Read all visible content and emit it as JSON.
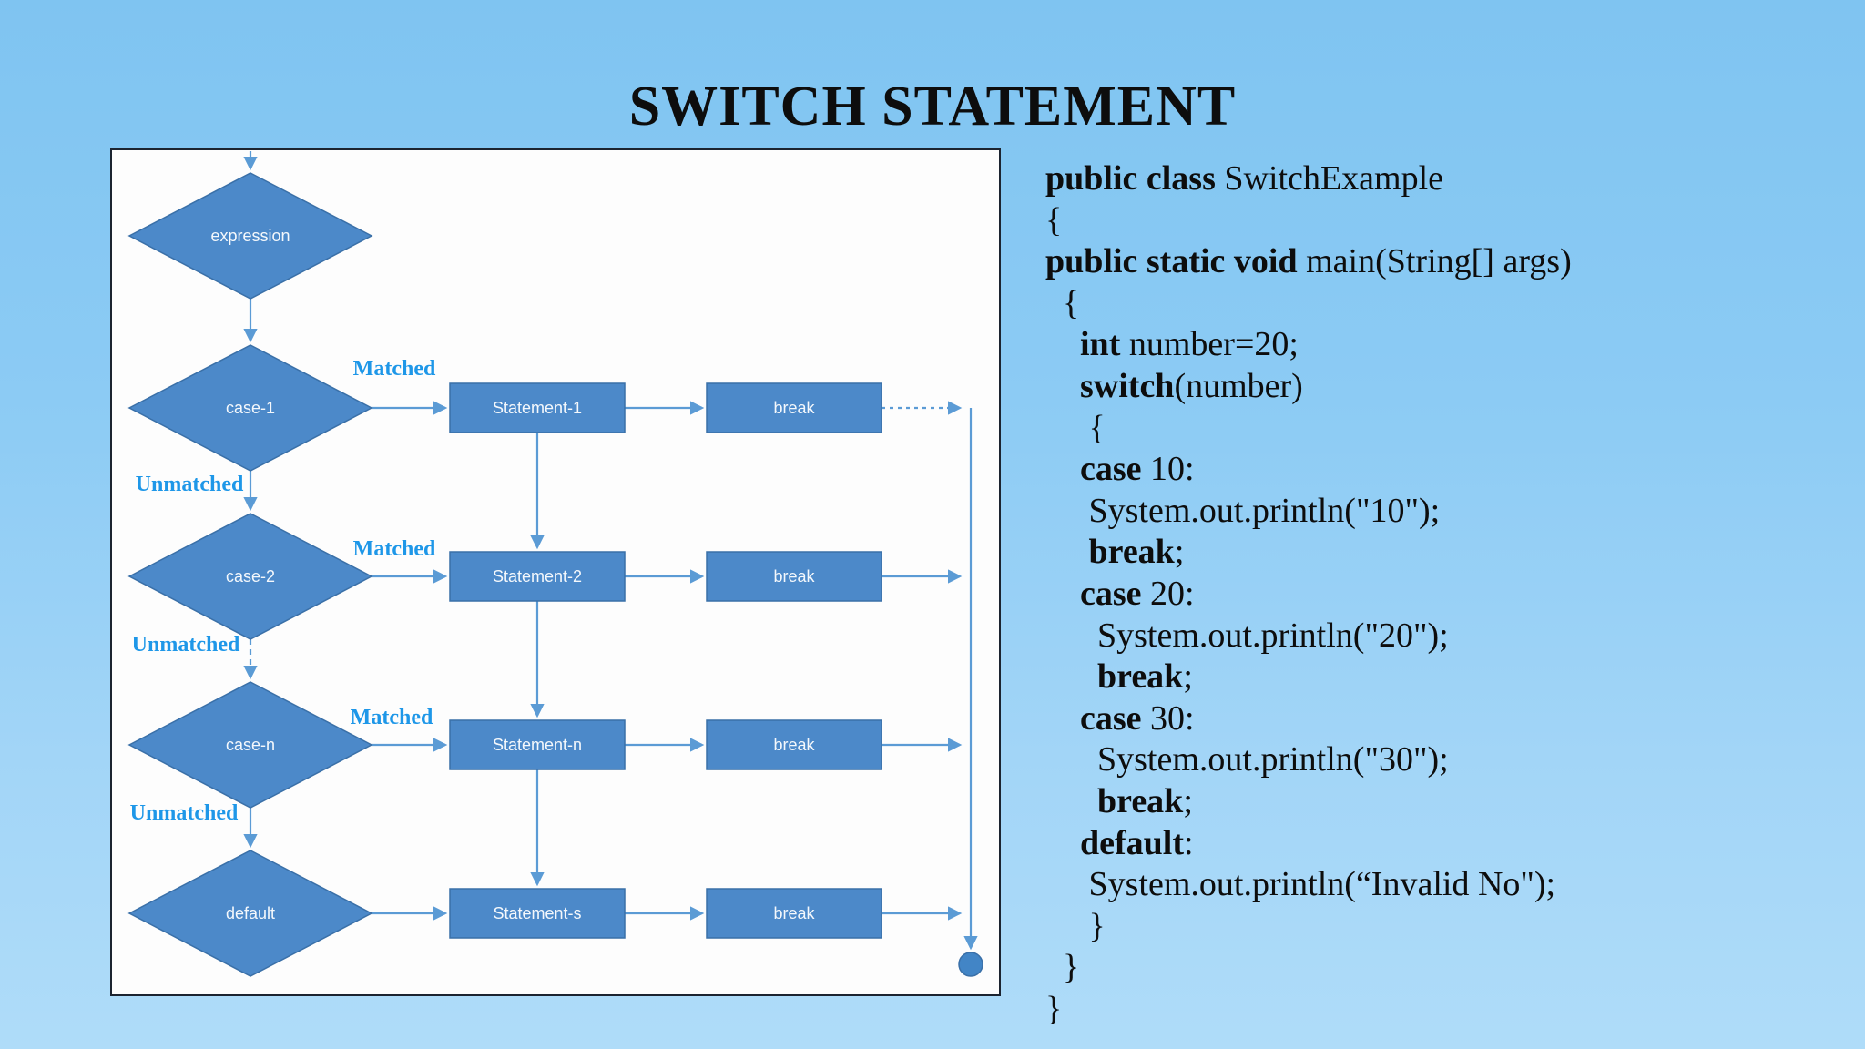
{
  "title": "SWITCH STATEMENT",
  "background": {
    "top": "#7FC4F1",
    "bottom": "#AFDCF9"
  },
  "flowchart": {
    "colors": {
      "shape_fill": "#4C89C9",
      "shape_stroke": "#3A70A8",
      "arrow": "#5B9BD5",
      "branch_label_text": "#1E97E8",
      "panel_border": "#1C2430",
      "panel_bg": "#FDFDFD",
      "shape_text": "#F4F8FC"
    },
    "diamonds": [
      {
        "label": "expression"
      },
      {
        "label": "case-1"
      },
      {
        "label": "case-2"
      },
      {
        "label": "case-n"
      },
      {
        "label": "default"
      }
    ],
    "statements": [
      {
        "label": "Statement-1"
      },
      {
        "label": "Statement-2"
      },
      {
        "label": "Statement-n"
      },
      {
        "label": "Statement-s"
      }
    ],
    "breaks": [
      {
        "label": "break"
      },
      {
        "label": "break"
      },
      {
        "label": "break"
      },
      {
        "label": "break"
      }
    ],
    "matched": [
      {
        "label": "Matched"
      },
      {
        "label": "Matched"
      },
      {
        "label": "Matched"
      }
    ],
    "unmatched": [
      {
        "label": "Unmatched"
      },
      {
        "label": "Unmatched"
      },
      {
        "label": "Unmatched"
      }
    ]
  },
  "code": {
    "text_color": "#0D0D0D",
    "lines": [
      {
        "s": [
          {
            "t": "public class ",
            "b": 1
          },
          {
            "t": "SwitchExample",
            "b": 0
          }
        ]
      },
      {
        "s": [
          {
            "t": "{",
            "b": 0
          }
        ]
      },
      {
        "s": [
          {
            "t": "public static void ",
            "b": 1
          },
          {
            "t": "main(String[] args)",
            "b": 0
          }
        ]
      },
      {
        "s": [
          {
            "t": "  {",
            "b": 0
          }
        ]
      },
      {
        "s": [
          {
            "t": "    ",
            "b": 0
          },
          {
            "t": "int",
            "b": 1
          },
          {
            "t": " number=20;",
            "b": 0
          }
        ]
      },
      {
        "s": [
          {
            "t": "    ",
            "b": 0
          },
          {
            "t": "switch",
            "b": 1
          },
          {
            "t": "(number)",
            "b": 0
          }
        ]
      },
      {
        "s": [
          {
            "t": "     {",
            "b": 0
          }
        ]
      },
      {
        "s": [
          {
            "t": "    ",
            "b": 0
          },
          {
            "t": "case",
            "b": 1
          },
          {
            "t": " 10:",
            "b": 0
          }
        ]
      },
      {
        "s": [
          {
            "t": "     System.out.println(\"10\");",
            "b": 0
          }
        ]
      },
      {
        "s": [
          {
            "t": "     ",
            "b": 0
          },
          {
            "t": "break",
            "b": 1
          },
          {
            "t": ";",
            "b": 0
          }
        ]
      },
      {
        "s": [
          {
            "t": "    ",
            "b": 0
          },
          {
            "t": "case",
            "b": 1
          },
          {
            "t": " 20:",
            "b": 0
          }
        ]
      },
      {
        "s": [
          {
            "t": "      System.out.println(\"20\");",
            "b": 0
          }
        ]
      },
      {
        "s": [
          {
            "t": "      ",
            "b": 0
          },
          {
            "t": "break",
            "b": 1
          },
          {
            "t": ";",
            "b": 0
          }
        ]
      },
      {
        "s": [
          {
            "t": "    ",
            "b": 0
          },
          {
            "t": "case",
            "b": 1
          },
          {
            "t": " 30:",
            "b": 0
          }
        ]
      },
      {
        "s": [
          {
            "t": "      System.out.println(\"30\");",
            "b": 0
          }
        ]
      },
      {
        "s": [
          {
            "t": "      ",
            "b": 0
          },
          {
            "t": "break",
            "b": 1
          },
          {
            "t": ";",
            "b": 0
          }
        ]
      },
      {
        "s": [
          {
            "t": "    ",
            "b": 0
          },
          {
            "t": "default",
            "b": 1
          },
          {
            "t": ":",
            "b": 0
          }
        ]
      },
      {
        "s": [
          {
            "t": "     System.out.println(“Invalid No\");",
            "b": 0
          }
        ]
      },
      {
        "s": [
          {
            "t": "     }",
            "b": 0
          }
        ]
      },
      {
        "s": [
          {
            "t": "  }",
            "b": 0
          }
        ]
      },
      {
        "s": [
          {
            "t": "}",
            "b": 0
          }
        ]
      }
    ]
  }
}
